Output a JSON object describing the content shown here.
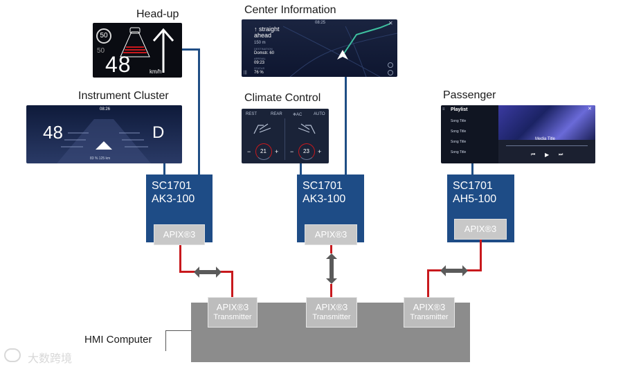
{
  "labels": {
    "headup": "Head-up",
    "center": "Center Information",
    "cluster": "Instrument Cluster",
    "climate": "Climate Control",
    "passenger": "Passenger",
    "hmi": "HMI Computer"
  },
  "headup_screen": {
    "limit": "50",
    "set": "50",
    "speed": "48",
    "unit": "km/h"
  },
  "center_screen": {
    "time": "08:25",
    "direction": "↑ straight ahead",
    "distance": "150 m",
    "dest_label": "DESTINATION",
    "dest_value": "Domstr. 60",
    "arrival_label": "ARRIVAL",
    "arrival_value": "09:23",
    "battery_label": "STATUS",
    "battery_value": "76 %"
  },
  "cluster_screen": {
    "time": "08:26",
    "speed": "48",
    "gear": "D",
    "footer": "83 %   125 km"
  },
  "climate_screen": {
    "rest": "REST",
    "rear": "REAR",
    "ac": "❄AC",
    "auto": "AUTO",
    "left_temp": "21",
    "right_temp": "23",
    "minus": "−",
    "plus": "+"
  },
  "passenger_screen": {
    "playlist": "Playlist",
    "songs": [
      "Song Title",
      "Song Title",
      "Song Title",
      "Song Title"
    ],
    "media_title": "Media Title"
  },
  "sc_boxes": [
    {
      "line1": "SC1701",
      "line2": "AK3-100",
      "apix": "APIX®3"
    },
    {
      "line1": "SC1701",
      "line2": "AK3-100",
      "apix": "APIX®3"
    },
    {
      "line1": "SC1701",
      "line2": "AH5-100",
      "apix": "APIX®3"
    }
  ],
  "transmitters": [
    {
      "line1": "APIX®3",
      "line2": "Transmitter"
    },
    {
      "line1": "APIX®3",
      "line2": "Transmitter"
    },
    {
      "line1": "APIX®3",
      "line2": "Transmitter"
    }
  ],
  "watermark": "大数跨境",
  "colors": {
    "sc_blue": "#1e4c86",
    "link_red": "#c8191d",
    "link_blue": "#1f4e85",
    "hmi_gray": "#8c8c8c",
    "apix_gray": "#c8c8c8"
  }
}
